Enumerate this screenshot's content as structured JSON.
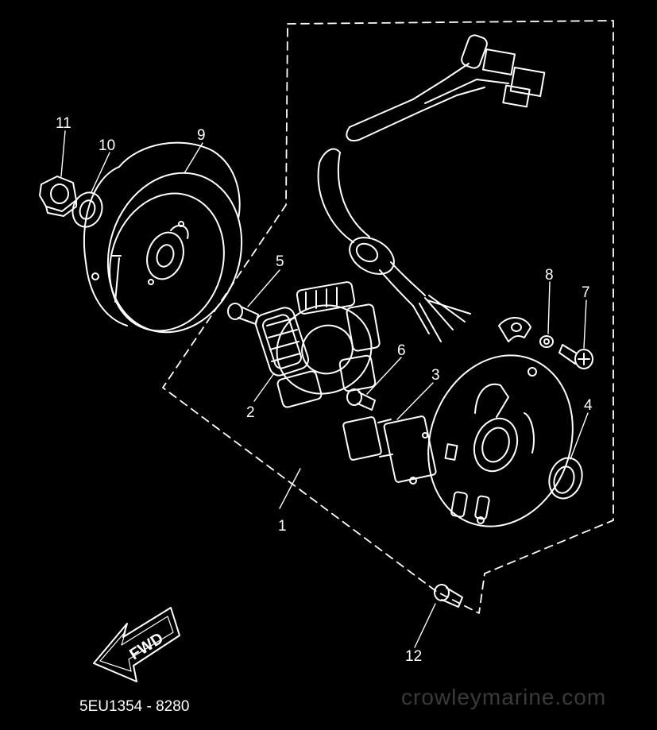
{
  "callouts": [
    {
      "id": "1",
      "text": "1"
    },
    {
      "id": "2",
      "text": "2"
    },
    {
      "id": "3",
      "text": "3"
    },
    {
      "id": "4",
      "text": "4"
    },
    {
      "id": "5",
      "text": "5"
    },
    {
      "id": "6",
      "text": "6"
    },
    {
      "id": "7",
      "text": "7"
    },
    {
      "id": "8",
      "text": "8"
    },
    {
      "id": "9",
      "text": "9"
    },
    {
      "id": "10",
      "text": "10"
    },
    {
      "id": "11",
      "text": "11"
    },
    {
      "id": "12",
      "text": "12"
    }
  ],
  "direction_arrow": {
    "text": "FWD"
  },
  "diagram_code": "5EU1354 - 8280",
  "watermark": "crowleymarine.com",
  "colors": {
    "background": "#000000",
    "lines": "#ffffff",
    "watermark": "#3a3a3a"
  }
}
